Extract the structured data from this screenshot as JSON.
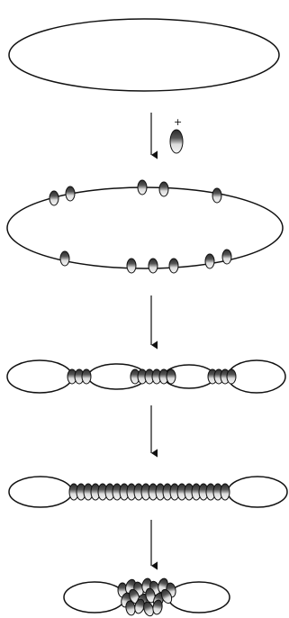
{
  "diagram": {
    "steps": [
      {
        "id": "free-ring",
        "description_visible": false
      },
      {
        "id": "ring-with-sparse-beads"
      },
      {
        "id": "ring-with-three-clusters"
      },
      {
        "id": "ring-with-long-cluster"
      },
      {
        "id": "compacted-cluster"
      }
    ],
    "legend_symbol": {
      "charge_label": "+"
    },
    "colors": {
      "stroke": "#111111",
      "dark_cap": "#2b2b2b",
      "mid_band": "#8a8a8a",
      "light": "#f4f4f4",
      "background": "#ffffff"
    }
  }
}
